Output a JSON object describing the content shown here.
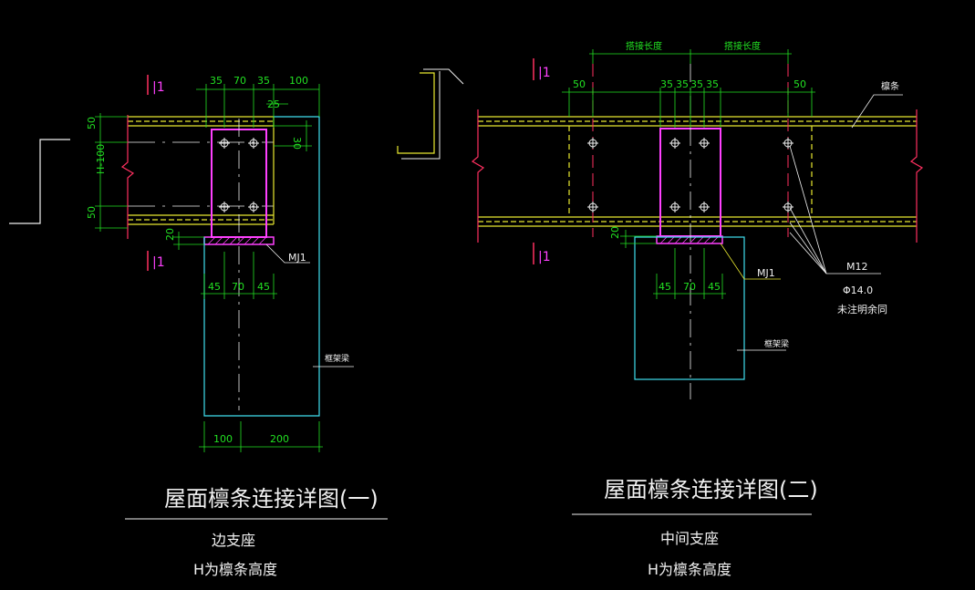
{
  "colors": {
    "background": "#000000",
    "dimension": "#22e022",
    "purlin": "#e8e830",
    "plate": "#ff40ff",
    "beam": "#40e0f0",
    "red_line": "#ff3060",
    "text": "#f0f0f0"
  },
  "detail1": {
    "section_mark": "|1",
    "top_dims": [
      "35",
      "70",
      "35",
      "100"
    ],
    "dim_25": "25",
    "dim_30": "30",
    "left_dims": [
      "50",
      "H-100",
      "50"
    ],
    "dim_20": "20",
    "mj_label": "MJ1",
    "bottom_dims": [
      "45",
      "70",
      "45"
    ],
    "beam_label": "框架梁",
    "base_dims": [
      "100",
      "200"
    ],
    "title": "屋面檩条连接详图(一)",
    "subtitle1": "边支座",
    "subtitle2": "H为檩条高度"
  },
  "detail2": {
    "section_mark": "|1",
    "top_labels": [
      "搭接长度",
      "搭接长度"
    ],
    "top_dims": [
      "50",
      "35",
      "35",
      "35",
      "35",
      "50"
    ],
    "purlin_label": "檩条",
    "dim_20": "20",
    "mj_label": "MJ1",
    "bolt_label": "M12",
    "hole_label": "Φ14.0",
    "note": "未注明余同",
    "bottom_dims": [
      "45",
      "70",
      "45"
    ],
    "beam_label": "框架梁",
    "title": "屋面檩条连接详图(二)",
    "subtitle1": "中间支座",
    "subtitle2": "H为檩条高度"
  }
}
